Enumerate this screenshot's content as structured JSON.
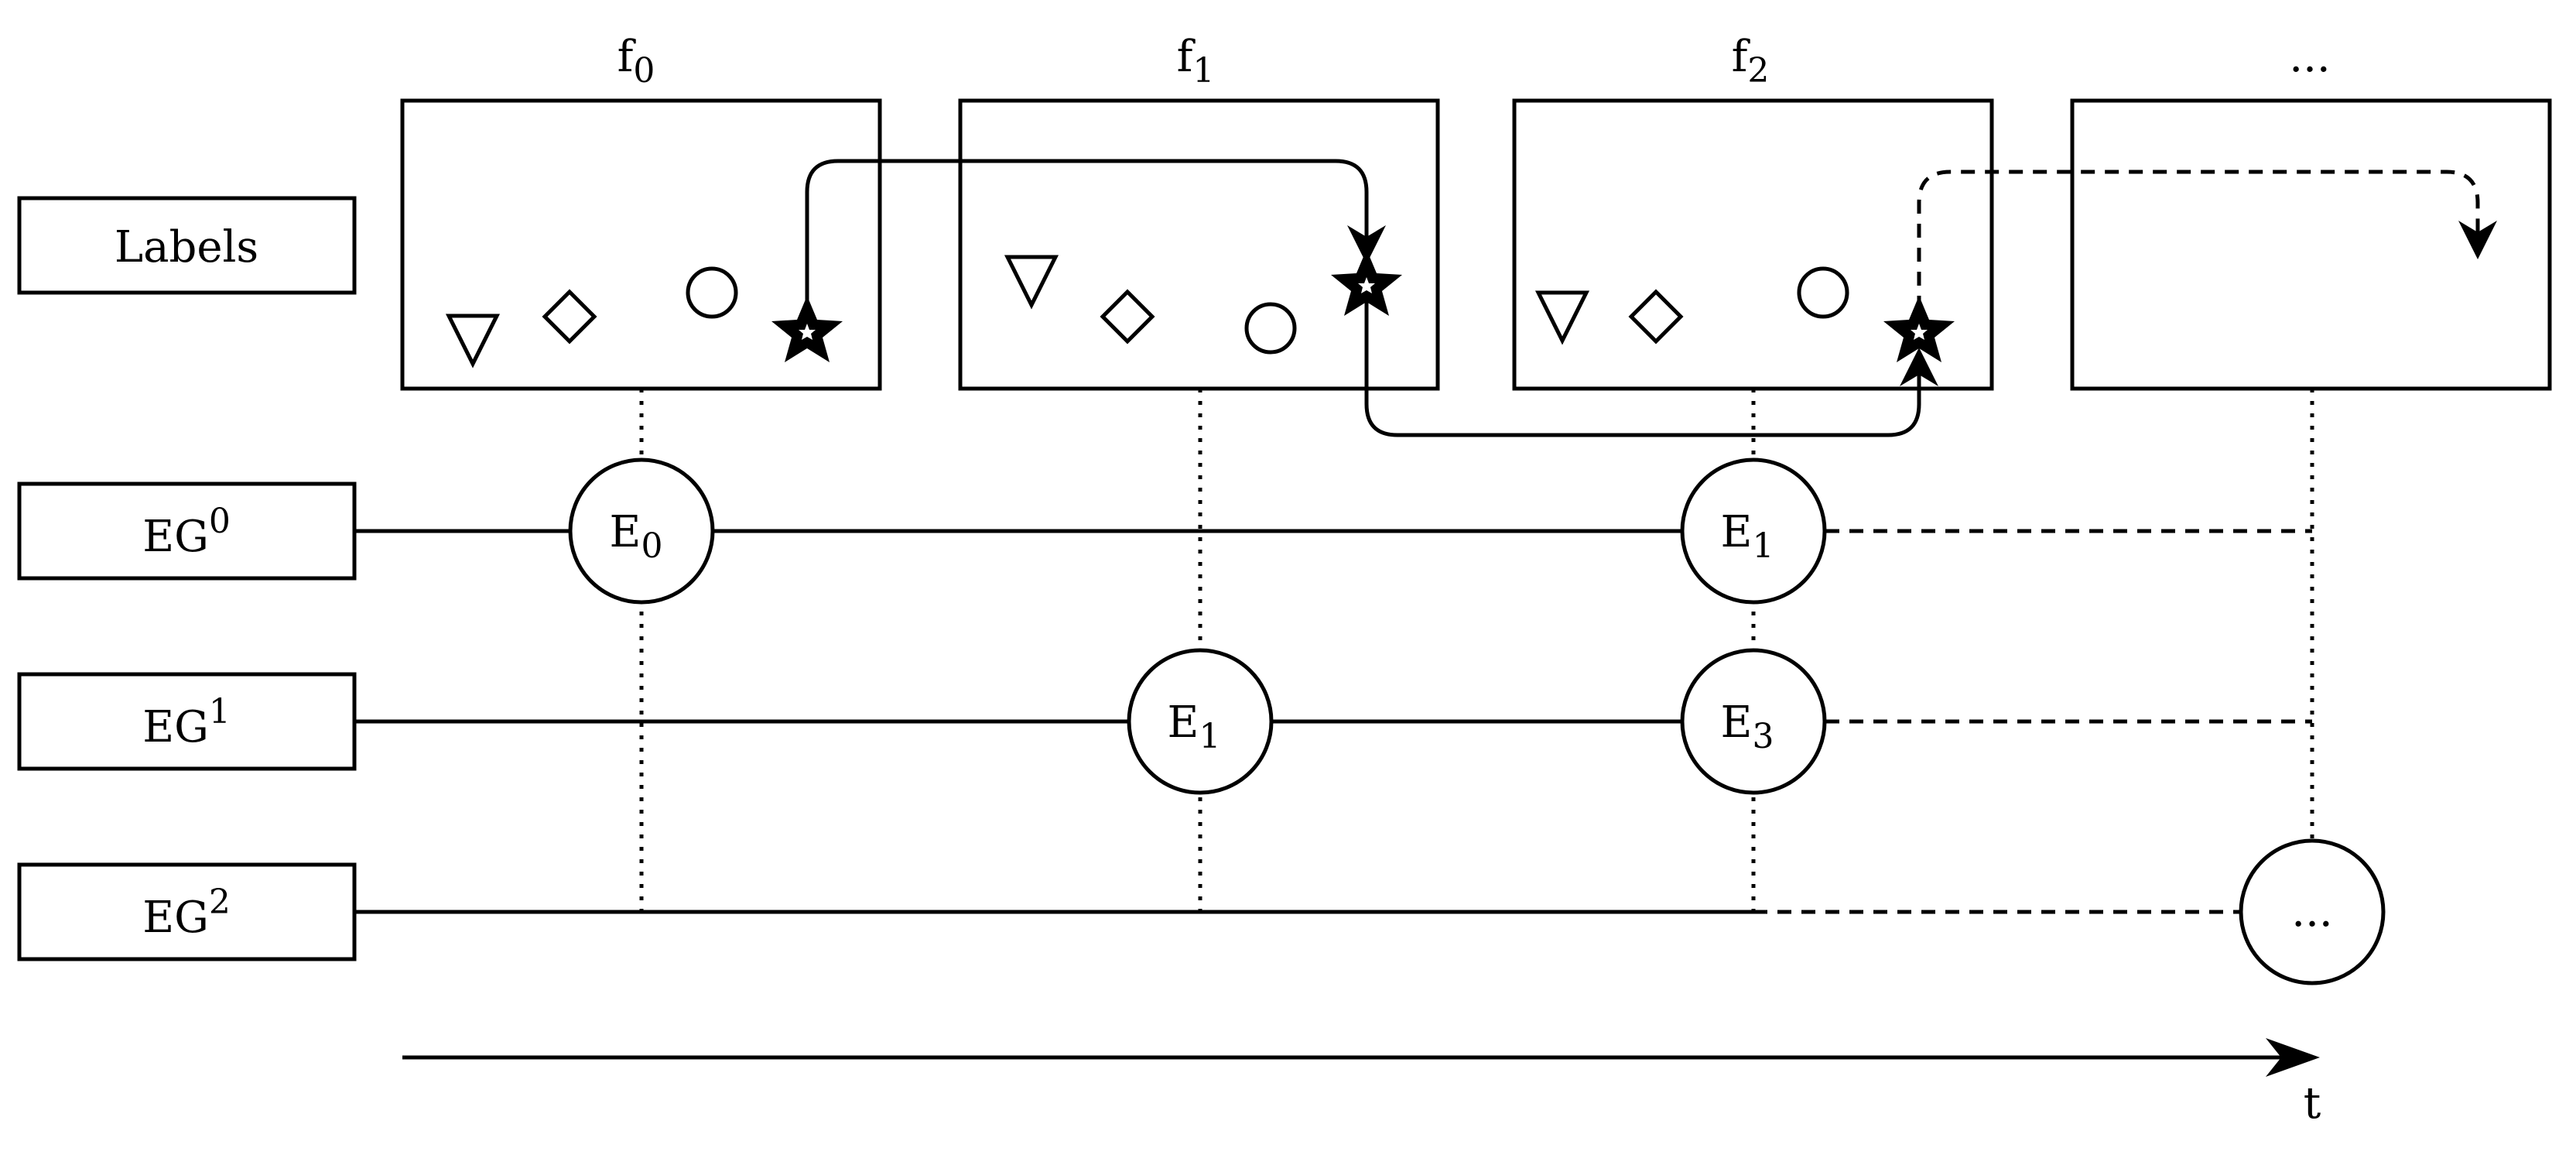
{
  "frames": [
    {
      "name": "f",
      "sub": "0"
    },
    {
      "name": "f",
      "sub": "1"
    },
    {
      "name": "f",
      "sub": "2"
    },
    {
      "name": "...",
      "sub": ""
    }
  ],
  "rows": [
    {
      "text": "Labels",
      "sup": ""
    },
    {
      "text": "EG",
      "sup": "0"
    },
    {
      "text": "EG",
      "sup": "1"
    },
    {
      "text": "EG",
      "sup": "2"
    }
  ],
  "events": {
    "eg0_a": {
      "name": "E",
      "sub": "0"
    },
    "eg0_b": {
      "name": "E",
      "sub": "1"
    },
    "eg1_a": {
      "name": "E",
      "sub": "1"
    },
    "eg1_b": {
      "name": "E",
      "sub": "3"
    },
    "eg2_a": {
      "name": "...",
      "sub": ""
    }
  },
  "axis": {
    "label": "t"
  }
}
